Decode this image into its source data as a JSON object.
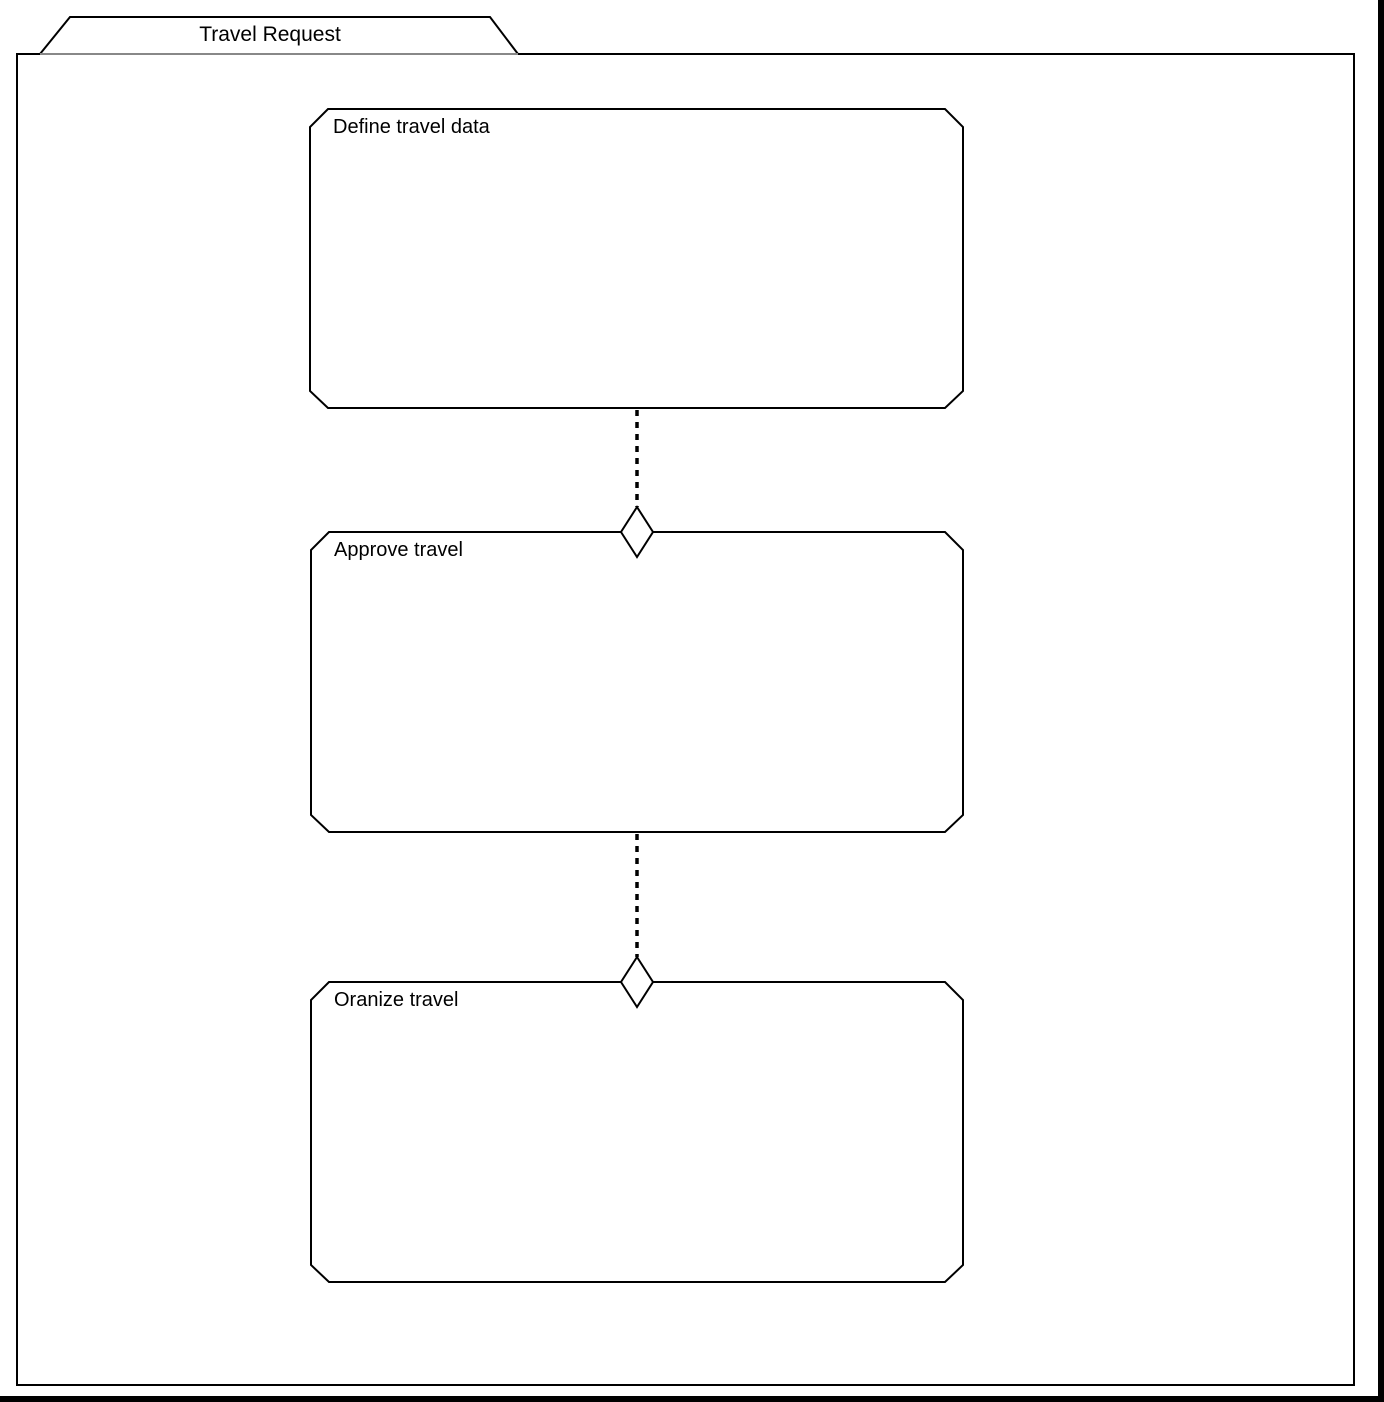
{
  "package": {
    "title": "Travel Request"
  },
  "activities": [
    {
      "label": "Define travel data"
    },
    {
      "label": "Approve travel"
    },
    {
      "label": "Oranize travel"
    }
  ],
  "connectors": [
    {
      "from": "Define travel data",
      "to": "Approve travel",
      "style": "dotted",
      "end": "hollow-diamond"
    },
    {
      "from": "Approve travel",
      "to": "Oranize travel",
      "style": "dotted",
      "end": "hollow-diamond"
    }
  ],
  "colors": {
    "stroke": "#000000",
    "background": "#ffffff"
  }
}
